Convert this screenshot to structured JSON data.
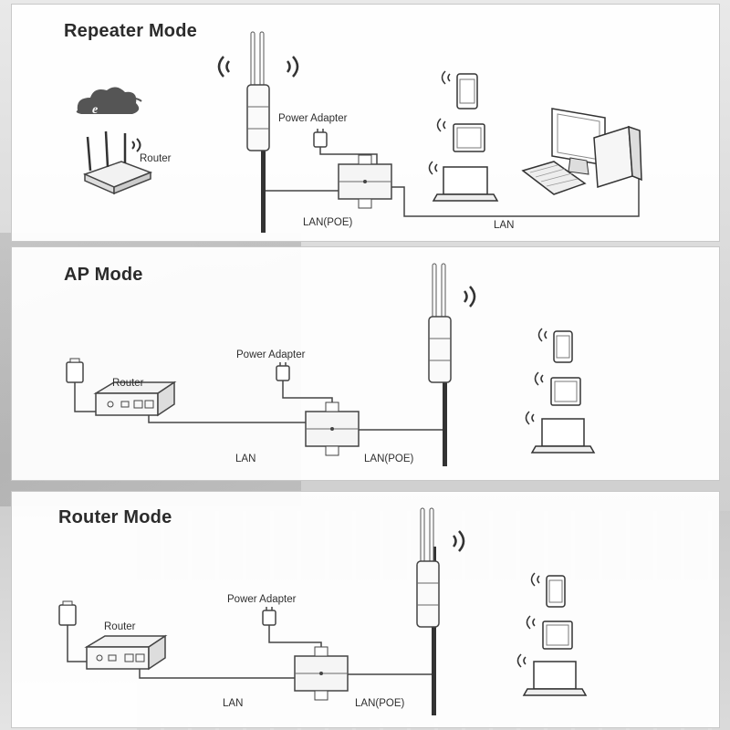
{
  "repeater_mode": {
    "title": "Repeater  Mode",
    "router_label": "Router",
    "power_adapter_label": "Power Adapter",
    "lan_poe_label": "LAN(POE)",
    "lan_label": "LAN"
  },
  "ap_mode": {
    "title": "AP Mode",
    "router_label": "Router",
    "power_adapter_label": "Power Adapter",
    "lan_label": "LAN",
    "lan_poe_label": "LAN(POE)"
  },
  "router_mode": {
    "title": "Router Mode",
    "router_label": "Router",
    "power_adapter_label": "Power Adapter",
    "lan_label": "LAN",
    "lan_poe_label": "LAN(POE)"
  },
  "icons": [
    "internet-cloud-icon",
    "wifi-router-icon",
    "outdoor-ap-icon",
    "wifi-signal-icon",
    "power-adapter-icon",
    "poe-injector-icon",
    "smartphone-icon",
    "tablet-icon",
    "laptop-icon",
    "desktop-computer-icon",
    "wall-outlet-icon"
  ]
}
